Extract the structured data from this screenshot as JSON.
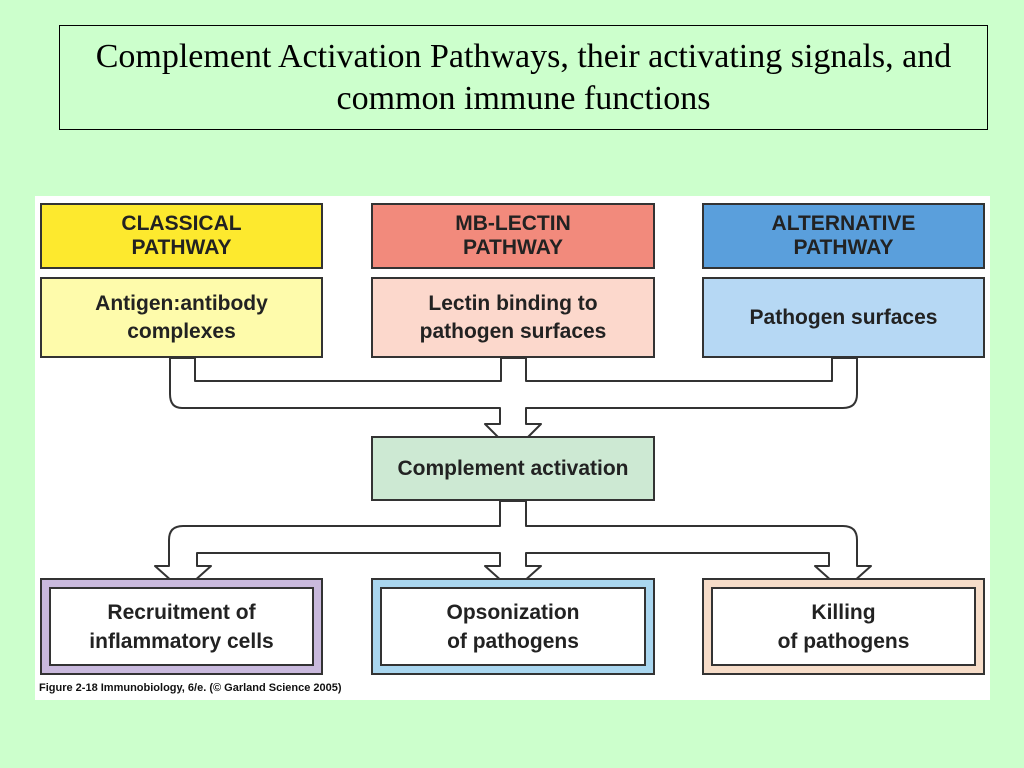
{
  "title": "Complement Activation Pathways, their activating signals, and common immune functions",
  "pathways": [
    {
      "header": "CLASSICAL\nPATHWAY",
      "signal": "Antigen:antibody\ncomplexes",
      "header_color": "#fde92e",
      "signal_color": "#fefbab"
    },
    {
      "header": "MB-LECTIN\nPATHWAY",
      "signal": "Lectin binding to\npathogen surfaces",
      "header_color": "#f28a7c",
      "signal_color": "#fcd8cc"
    },
    {
      "header": "ALTERNATIVE\nPATHWAY",
      "signal": "Pathogen surfaces",
      "header_color": "#5a9fdc",
      "signal_color": "#b6d8f4"
    }
  ],
  "activation": {
    "label": "Complement  activation",
    "color": "#cde9d3"
  },
  "outcomes": [
    {
      "label": "Recruitment of\ninflammatory cells",
      "frame_color": "#c9b9dd"
    },
    {
      "label": "Opsonization\nof  pathogens",
      "frame_color": "#a9d6ef"
    },
    {
      "label": "Killing\nof  pathogens",
      "frame_color": "#f6dcc8"
    }
  ],
  "caption": "Figure 2-18  Immunobiology, 6/e. (© Garland Science 2005)"
}
